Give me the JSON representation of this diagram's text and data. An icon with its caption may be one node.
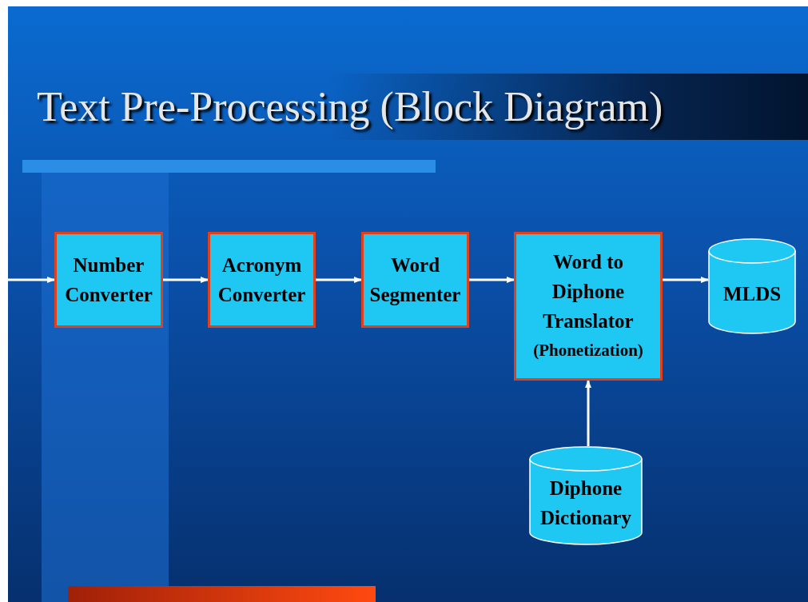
{
  "diagram": {
    "title": "Text Pre-Processing (Block Diagram)",
    "nodes": [
      {
        "text": [
          "Number Converter"
        ]
      },
      {
        "text": [
          "Acronym Converter"
        ]
      },
      {
        "text": [
          "Word Segmenter"
        ]
      },
      {
        "text": [
          "Word to Diphone Translator",
          "(Phonetization)"
        ]
      },
      {
        "text": [
          "MLDS"
        ]
      },
      {
        "text": [
          "Diphone Dictionary"
        ]
      }
    ],
    "edges": [
      {
        "from": null,
        "to": 0,
        "arrow": "to"
      },
      {
        "from": 0,
        "to": 1,
        "arrow": "to"
      },
      {
        "from": 1,
        "to": 2,
        "arrow": "to"
      },
      {
        "from": 2,
        "to": 3,
        "arrow": "to"
      },
      {
        "from": 3,
        "to": 4,
        "arrow": "to"
      },
      {
        "from": 5,
        "to": 3,
        "arrow": "to"
      }
    ]
  }
}
